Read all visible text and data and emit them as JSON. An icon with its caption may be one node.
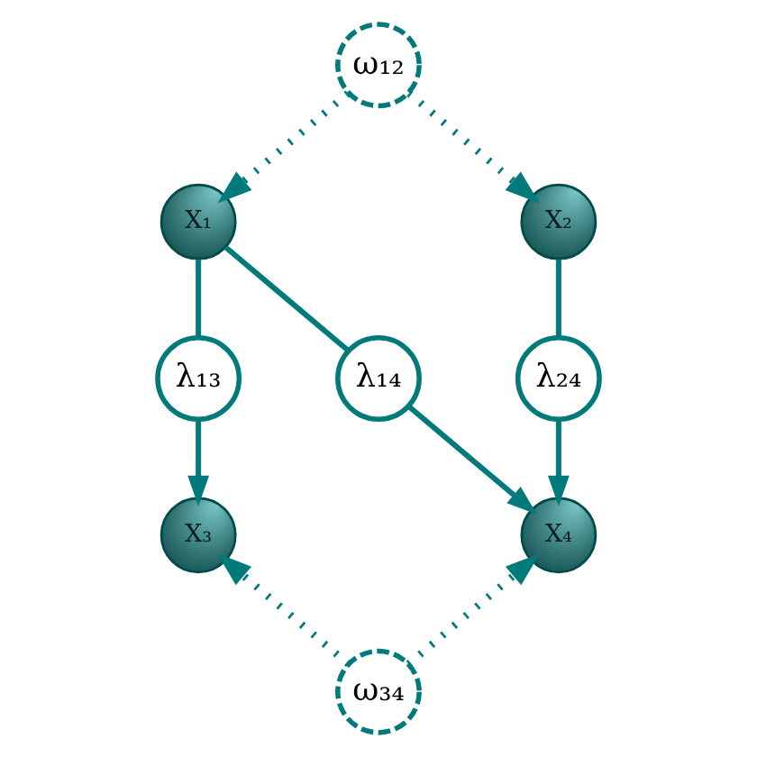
{
  "diagram": {
    "nodes": [
      {
        "text": [
          "ω₁₂"
        ]
      },
      {
        "text": [
          "X₁"
        ]
      },
      {
        "text": [
          "X₂"
        ]
      },
      {
        "text": [
          "λ₁₄"
        ]
      },
      {
        "text": [
          "λ₁₃"
        ]
      },
      {
        "text": [
          "λ₂₄"
        ]
      },
      {
        "text": [
          "X₃"
        ]
      },
      {
        "text": [
          "X₄"
        ]
      },
      {
        "text": [
          "ω₃₄"
        ]
      }
    ],
    "edges": [
      {
        "from": 0,
        "to": 1,
        "arrow": "to",
        "style": "dashed"
      },
      {
        "from": 0,
        "to": 2,
        "arrow": "to",
        "style": "dashed"
      },
      {
        "from": 1,
        "to": 4,
        "arrow": "none"
      },
      {
        "from": 4,
        "to": 6,
        "arrow": "to"
      },
      {
        "from": 1,
        "to": 3,
        "arrow": "none"
      },
      {
        "from": 3,
        "to": 7,
        "arrow": "to"
      },
      {
        "from": 2,
        "to": 5,
        "arrow": "none"
      },
      {
        "from": 5,
        "to": 7,
        "arrow": "to"
      },
      {
        "from": 8,
        "to": 6,
        "arrow": "to",
        "style": "dashed"
      },
      {
        "from": 8,
        "to": 7,
        "arrow": "to",
        "style": "dashed"
      }
    ]
  }
}
